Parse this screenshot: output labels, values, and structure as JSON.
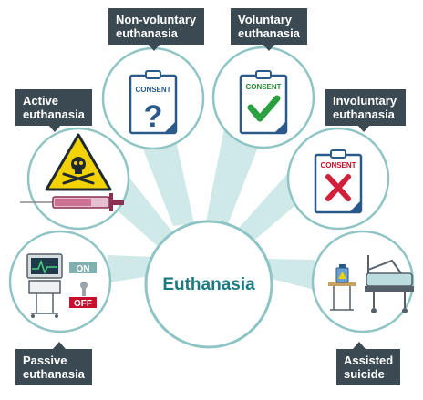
{
  "center": {
    "label": "Euthanasia"
  },
  "categories": [
    {
      "id": "non-voluntary",
      "line1": "Non-voluntary",
      "line2": "euthanasia",
      "form_text": "CONSENT"
    },
    {
      "id": "voluntary",
      "line1": "Voluntary",
      "line2": "euthanasia",
      "form_text": "CONSENT"
    },
    {
      "id": "active",
      "line1": "Active",
      "line2": "euthanasia"
    },
    {
      "id": "involuntary",
      "line1": "Involuntary",
      "line2": "euthanasia",
      "form_text": "CONSENT"
    },
    {
      "id": "passive",
      "line1": "Passive",
      "line2": "euthanasia",
      "on_text": "ON",
      "off_text": "OFF"
    },
    {
      "id": "assisted",
      "line1": "Assisted",
      "line2": "suicide"
    }
  ],
  "colors": {
    "teal_fill": "#cfe8e8",
    "teal_stroke": "#8fc4c4",
    "center_text": "#1a7a80",
    "label_bg": "#3b4a52",
    "consent_blue": "#2a5a8a",
    "consent_green": "#2a8a3a",
    "consent_red": "#c8102e",
    "check_green": "#2aa040",
    "cross_red": "#d0203a",
    "on_bg": "#7fb0b0",
    "off_bg": "#c8102e",
    "warning_yellow": "#f2d200"
  }
}
